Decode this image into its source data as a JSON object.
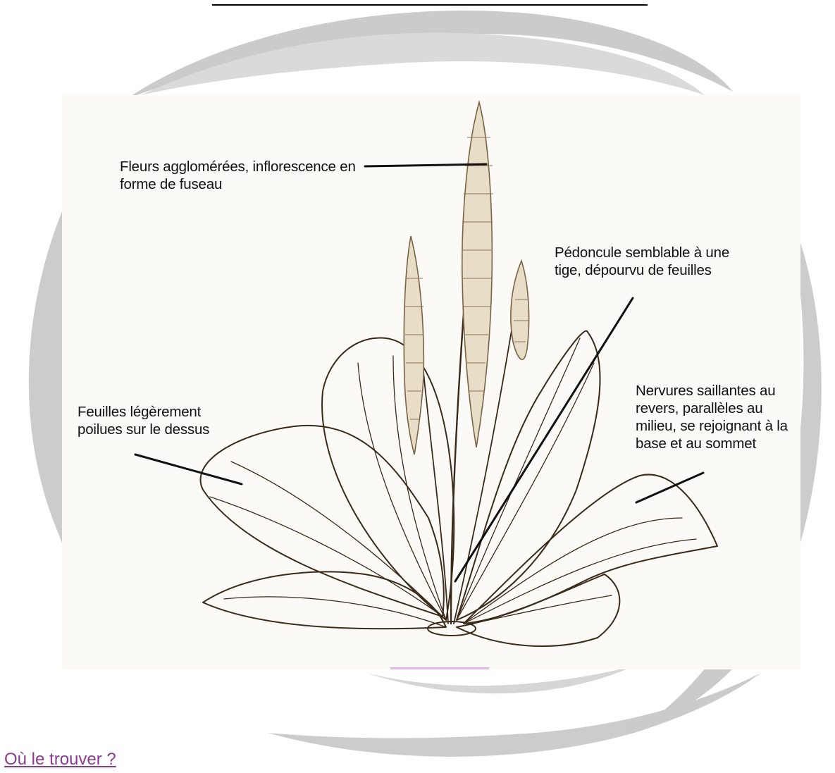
{
  "labels": {
    "flowers": [
      "Fleurs agglomérées, inflorescence en",
      "forme de fuseau"
    ],
    "peduncle": [
      "Pédoncule semblable à une",
      "tige, dépourvu de feuilles"
    ],
    "leaves": [
      "Feuilles légèrement",
      "poilues sur le dessus"
    ],
    "veins": [
      "Nervures saillantes au",
      "revers, parallèles au",
      "milieu, se rejoignant à la",
      "base et au sommet"
    ]
  },
  "footer": {
    "link_text": "Où le trouver ?"
  },
  "colors": {
    "ink": "#3a2a1a",
    "swirl": "#bdbdbd",
    "link": "#8a3b8f",
    "highlight": "#e8b4e6"
  }
}
